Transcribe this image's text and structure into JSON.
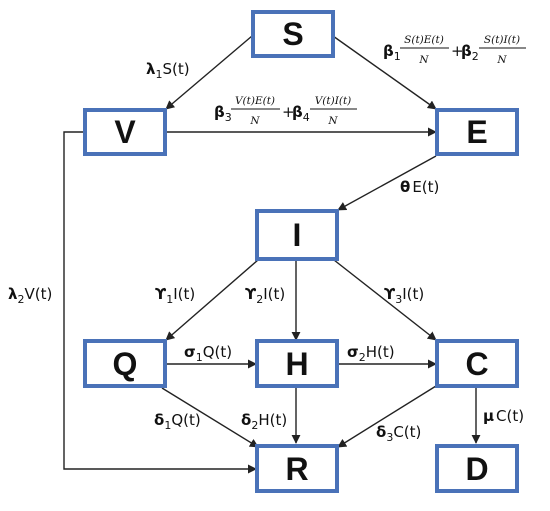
{
  "nodes": {
    "S": "S",
    "V": "V",
    "E": "E",
    "I": "I",
    "Q": "Q",
    "H": "H",
    "C": "C",
    "R": "R",
    "D": "D"
  },
  "labels": {
    "s_to_v": {
      "sym": "λ",
      "sub": "1",
      "rest": "S(t)"
    },
    "v_to_r": {
      "sym": "λ",
      "sub": "2",
      "rest": "V(t)"
    },
    "s_to_e": {
      "b1": "β",
      "b1sub": "1",
      "f1num": "S(t)E(t)",
      "f1den": "N",
      "plus": "+",
      "b2": "β",
      "b2sub": "2",
      "f2num": "S(t)I(t)",
      "f2den": "N"
    },
    "v_to_e": {
      "b3": "β",
      "b3sub": "3",
      "f3num": "V(t)E(t)",
      "f3den": "N",
      "plus": "+",
      "b4": "β",
      "b4sub": "4",
      "f4num": "V(t)I(t)",
      "f4den": "N"
    },
    "e_to_i": {
      "sym": "θ",
      "rest": "E(t)"
    },
    "i_to_q": {
      "sym": "ϒ",
      "sub": "1",
      "rest": "I(t)"
    },
    "i_to_h": {
      "sym": "ϒ",
      "sub": "2",
      "rest": "I(t)"
    },
    "i_to_c": {
      "sym": "ϒ",
      "sub": "3",
      "rest": "I(t)"
    },
    "q_to_h": {
      "sym": "σ",
      "sub": "1",
      "rest": "Q(t)"
    },
    "h_to_c": {
      "sym": "σ",
      "sub": "2",
      "rest": "H(t)"
    },
    "q_to_r": {
      "sym": "δ",
      "sub": "1",
      "rest": "Q(t)"
    },
    "h_to_r": {
      "sym": "δ",
      "sub": "2",
      "rest": "H(t)"
    },
    "c_to_r": {
      "sym": "δ",
      "sub": "3",
      "rest": "C(t)"
    },
    "c_to_d": {
      "sym": "μ",
      "rest": "C(t)"
    }
  },
  "colors": {
    "node_border": "#4a72b8",
    "arrow": "#222222",
    "text": "#111111"
  }
}
